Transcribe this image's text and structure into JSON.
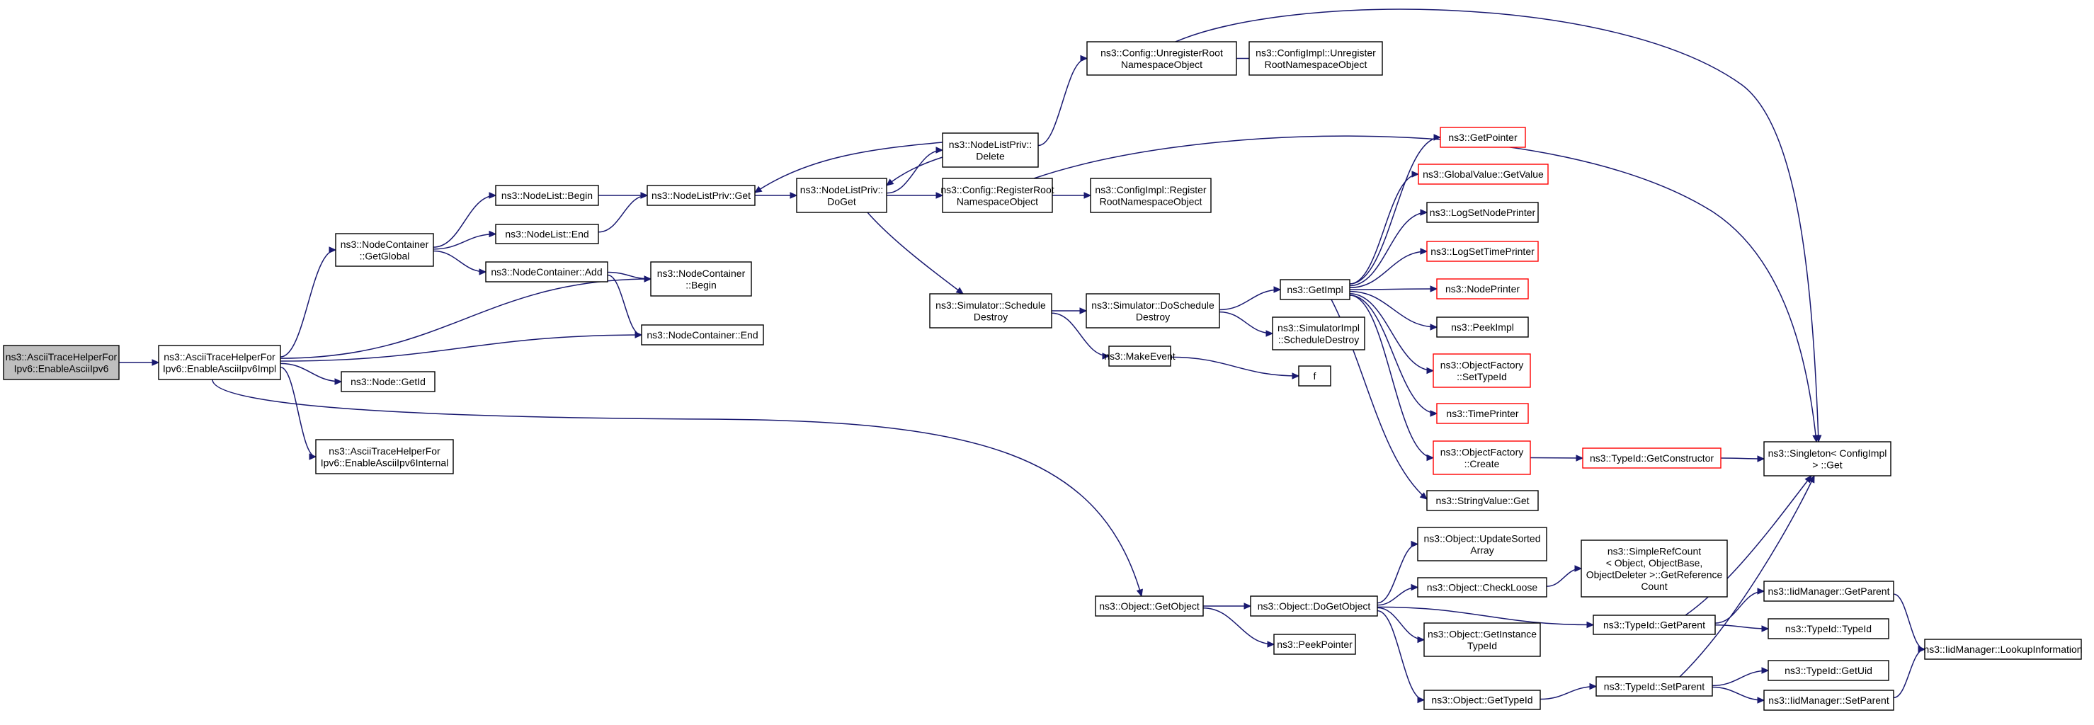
{
  "graph": {
    "nodes": [
      {
        "id": "n0",
        "lines": [
          "ns3::AsciiTraceHelperFor",
          "Ipv6::EnableAsciiIpv6"
        ],
        "style": "root"
      },
      {
        "id": "n1",
        "lines": [
          "ns3::AsciiTraceHelperFor",
          "Ipv6::EnableAsciiIpv6Impl"
        ]
      },
      {
        "id": "n2",
        "lines": [
          "ns3::NodeContainer",
          "::GetGlobal"
        ]
      },
      {
        "id": "n3",
        "lines": [
          "ns3::NodeList::Begin"
        ]
      },
      {
        "id": "n4",
        "lines": [
          "ns3::NodeList::End"
        ]
      },
      {
        "id": "n5",
        "lines": [
          "ns3::NodeContainer::Add"
        ]
      },
      {
        "id": "n6",
        "lines": [
          "ns3::NodeContainer",
          "::Begin"
        ]
      },
      {
        "id": "n7",
        "lines": [
          "ns3::NodeContainer::End"
        ]
      },
      {
        "id": "n8",
        "lines": [
          "ns3::Node::GetId"
        ]
      },
      {
        "id": "n9",
        "lines": [
          "ns3::AsciiTraceHelperFor",
          "Ipv6::EnableAsciiIpv6Internal"
        ]
      },
      {
        "id": "n10",
        "lines": [
          "ns3::NodeListPriv::Get"
        ]
      },
      {
        "id": "n11",
        "lines": [
          "ns3::NodeListPriv::",
          "DoGet"
        ]
      },
      {
        "id": "n12",
        "lines": [
          "ns3::NodeListPriv::",
          "Delete"
        ]
      },
      {
        "id": "n13",
        "lines": [
          "ns3::Config::UnregisterRoot",
          "NamespaceObject"
        ]
      },
      {
        "id": "n14",
        "lines": [
          "ns3::ConfigImpl::Unregister",
          "RootNamespaceObject"
        ]
      },
      {
        "id": "n15",
        "lines": [
          "ns3::Config::RegisterRoot",
          "NamespaceObject"
        ]
      },
      {
        "id": "n16",
        "lines": [
          "ns3::ConfigImpl::Register",
          "RootNamespaceObject"
        ]
      },
      {
        "id": "n17",
        "lines": [
          "ns3::Simulator::Schedule",
          "Destroy"
        ]
      },
      {
        "id": "n18",
        "lines": [
          "ns3::Simulator::DoSchedule",
          "Destroy"
        ]
      },
      {
        "id": "n19",
        "lines": [
          "ns3::MakeEvent"
        ]
      },
      {
        "id": "n20",
        "lines": [
          "f"
        ]
      },
      {
        "id": "n21",
        "lines": [
          "ns3::GetImpl"
        ]
      },
      {
        "id": "n22",
        "lines": [
          "ns3::SimulatorImpl",
          "::ScheduleDestroy"
        ]
      },
      {
        "id": "n23",
        "lines": [
          "ns3::GetPointer"
        ],
        "style": "red"
      },
      {
        "id": "n24",
        "lines": [
          "ns3::GlobalValue::GetValue"
        ],
        "style": "red"
      },
      {
        "id": "n25",
        "lines": [
          "ns3::LogSetNodePrinter"
        ]
      },
      {
        "id": "n26",
        "lines": [
          "ns3::LogSetTimePrinter"
        ],
        "style": "red"
      },
      {
        "id": "n27",
        "lines": [
          "ns3::NodePrinter"
        ],
        "style": "red"
      },
      {
        "id": "n28",
        "lines": [
          "ns3::PeekImpl"
        ]
      },
      {
        "id": "n29",
        "lines": [
          "ns3::ObjectFactory",
          "::SetTypeId"
        ],
        "style": "red"
      },
      {
        "id": "n30",
        "lines": [
          "ns3::TimePrinter"
        ],
        "style": "red"
      },
      {
        "id": "n31",
        "lines": [
          "ns3::ObjectFactory",
          "::Create"
        ],
        "style": "red"
      },
      {
        "id": "n32",
        "lines": [
          "ns3::StringValue::Get"
        ]
      },
      {
        "id": "n33",
        "lines": [
          "ns3::TypeId::GetConstructor"
        ],
        "style": "red"
      },
      {
        "id": "n34",
        "lines": [
          "ns3::Singleton< ConfigImpl",
          "> ::Get"
        ]
      },
      {
        "id": "n35",
        "lines": [
          "ns3::Object::GetObject"
        ]
      },
      {
        "id": "n36",
        "lines": [
          "ns3::Object::DoGetObject"
        ]
      },
      {
        "id": "n37",
        "lines": [
          "ns3::PeekPointer"
        ]
      },
      {
        "id": "n38",
        "lines": [
          "ns3::Object::UpdateSorted",
          "Array"
        ]
      },
      {
        "id": "n39",
        "lines": [
          "ns3::Object::CheckLoose"
        ]
      },
      {
        "id": "n40",
        "lines": [
          "ns3::SimpleRefCount",
          "< Object, ObjectBase,",
          "ObjectDeleter >::GetReference",
          "Count"
        ]
      },
      {
        "id": "n41",
        "lines": [
          "ns3::Object::GetInstance",
          "TypeId"
        ]
      },
      {
        "id": "n42",
        "lines": [
          "ns3::Object::GetTypeId"
        ]
      },
      {
        "id": "n43",
        "lines": [
          "ns3::TypeId::GetParent"
        ]
      },
      {
        "id": "n44",
        "lines": [
          "ns3::TypeId::SetParent"
        ]
      },
      {
        "id": "n45",
        "lines": [
          "ns3::IidManager::GetParent"
        ]
      },
      {
        "id": "n46",
        "lines": [
          "ns3::TypeId::TypeId"
        ]
      },
      {
        "id": "n47",
        "lines": [
          "ns3::TypeId::GetUid"
        ]
      },
      {
        "id": "n48",
        "lines": [
          "ns3::IidManager::SetParent"
        ]
      },
      {
        "id": "n49",
        "lines": [
          "ns3::IidManager::LookupInformation"
        ]
      }
    ],
    "edges": [
      [
        "n0",
        "n1"
      ],
      [
        "n1",
        "n2"
      ],
      [
        "n1",
        "n6"
      ],
      [
        "n1",
        "n7"
      ],
      [
        "n1",
        "n8"
      ],
      [
        "n1",
        "n9"
      ],
      [
        "n1",
        "n35"
      ],
      [
        "n2",
        "n3"
      ],
      [
        "n2",
        "n4"
      ],
      [
        "n2",
        "n5"
      ],
      [
        "n3",
        "n10"
      ],
      [
        "n4",
        "n10"
      ],
      [
        "n5",
        "n6"
      ],
      [
        "n5",
        "n7"
      ],
      [
        "n10",
        "n11"
      ],
      [
        "n11",
        "n12"
      ],
      [
        "n12",
        "n10"
      ],
      [
        "n12",
        "n11"
      ],
      [
        "n12",
        "n13"
      ],
      [
        "n11",
        "n15"
      ],
      [
        "n11",
        "n17"
      ],
      [
        "n13",
        "n14"
      ],
      [
        "n13",
        "n34"
      ],
      [
        "n15",
        "n16"
      ],
      [
        "n15",
        "n34"
      ],
      [
        "n17",
        "n18"
      ],
      [
        "n17",
        "n19"
      ],
      [
        "n18",
        "n21"
      ],
      [
        "n18",
        "n22"
      ],
      [
        "n19",
        "n20"
      ],
      [
        "n21",
        "n23"
      ],
      [
        "n21",
        "n24"
      ],
      [
        "n21",
        "n25"
      ],
      [
        "n21",
        "n26"
      ],
      [
        "n21",
        "n27"
      ],
      [
        "n21",
        "n28"
      ],
      [
        "n21",
        "n29"
      ],
      [
        "n21",
        "n30"
      ],
      [
        "n21",
        "n31"
      ],
      [
        "n21",
        "n32"
      ],
      [
        "n31",
        "n33"
      ],
      [
        "n33",
        "n34"
      ],
      [
        "n35",
        "n36"
      ],
      [
        "n35",
        "n37"
      ],
      [
        "n36",
        "n38"
      ],
      [
        "n36",
        "n39"
      ],
      [
        "n36",
        "n41"
      ],
      [
        "n36",
        "n42"
      ],
      [
        "n36",
        "n43"
      ],
      [
        "n39",
        "n40"
      ],
      [
        "n42",
        "n44"
      ],
      [
        "n43",
        "n45"
      ],
      [
        "n43",
        "n46"
      ],
      [
        "n43",
        "n34"
      ],
      [
        "n44",
        "n47"
      ],
      [
        "n44",
        "n48"
      ],
      [
        "n44",
        "n34"
      ],
      [
        "n45",
        "n49"
      ],
      [
        "n48",
        "n49"
      ]
    ]
  }
}
